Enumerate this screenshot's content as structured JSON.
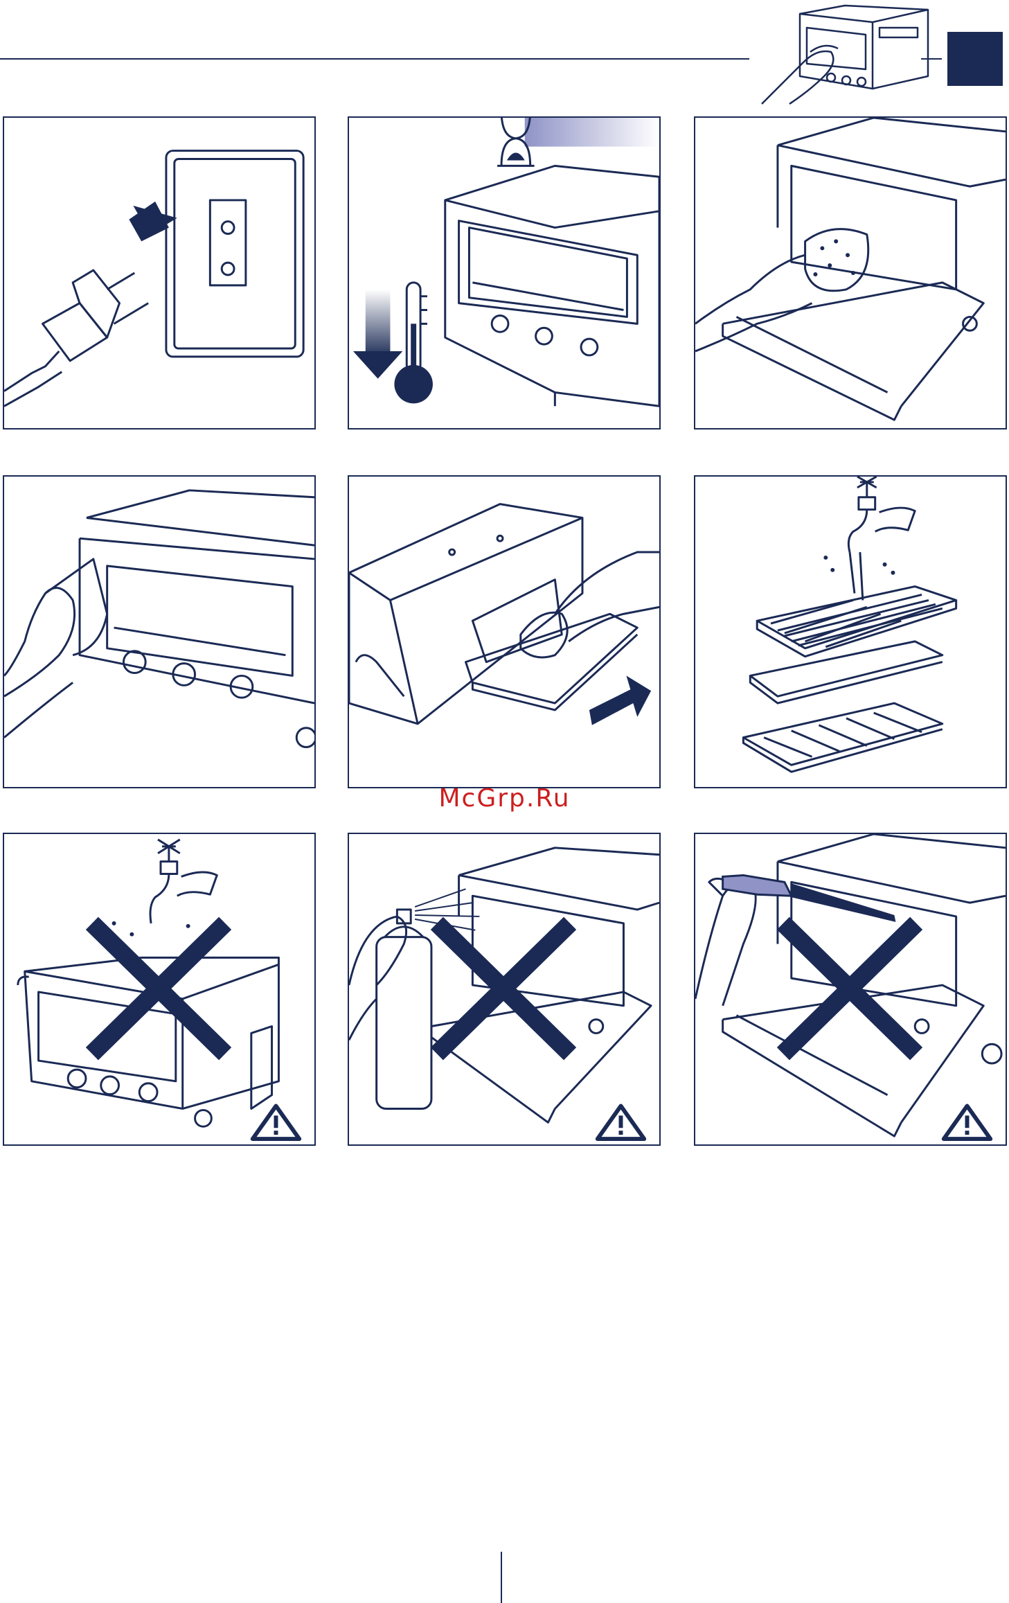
{
  "watermark": "McGrp.Ru",
  "colors": {
    "ink": "#1b2a55",
    "watermark": "#cc1f1f",
    "accent_fade": "#8f93c6"
  },
  "panels": [
    {
      "id": "unplug",
      "icon": "unplug-icon"
    },
    {
      "id": "cool-down",
      "icon": "hourglass-icon"
    },
    {
      "id": "wipe-interior",
      "icon": "sponge-icon"
    },
    {
      "id": "wipe-exterior",
      "icon": "cloth-icon"
    },
    {
      "id": "clean-crumb-tray",
      "icon": "tray-icon"
    },
    {
      "id": "wash-accessories",
      "icon": "faucet-icon"
    },
    {
      "id": "no-water-immersion",
      "icon": "warning-icon"
    },
    {
      "id": "no-spray-cleaner",
      "icon": "warning-icon"
    },
    {
      "id": "no-sharp-objects",
      "icon": "warning-icon"
    }
  ]
}
